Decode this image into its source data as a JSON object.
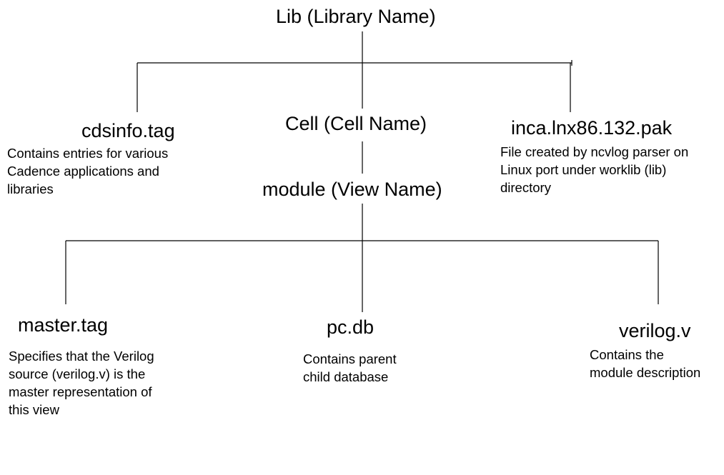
{
  "diagram": {
    "root": {
      "title": "Lib (Library Name)"
    },
    "cdsinfo": {
      "title": "cdsinfo.tag",
      "description": [
        "Contains entries for various",
        "Cadence applications and",
        "libraries"
      ]
    },
    "cell": {
      "title": "Cell (Cell Name)"
    },
    "pak": {
      "title": "inca.lnx86.132.pak",
      "description": [
        "File created by ncvlog parser on",
        "Linux port under worklib (lib)",
        "directory"
      ]
    },
    "module": {
      "title": "module (View Name)"
    },
    "master": {
      "title": "master.tag",
      "description": [
        "Specifies that the Verilog",
        "source (verilog.v) is the",
        "master representation of",
        "this view"
      ]
    },
    "pcdb": {
      "title": "pc.db",
      "description": [
        "Contains parent",
        "child database"
      ]
    },
    "verilog": {
      "title": "verilog.v",
      "description": [
        "Contains the",
        "module description"
      ]
    }
  }
}
